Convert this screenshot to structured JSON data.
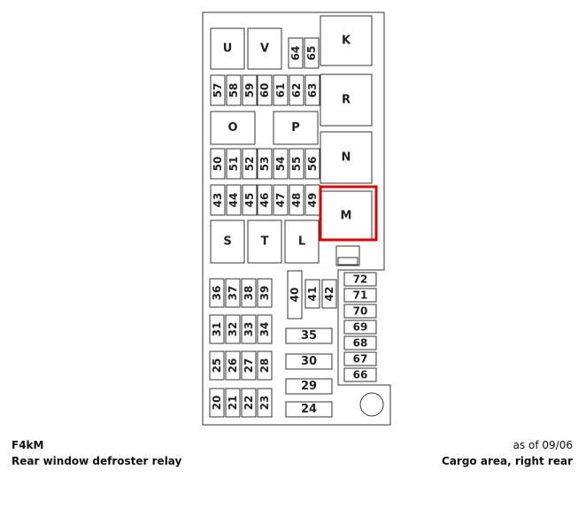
{
  "diagram": {
    "relays": [
      "K",
      "R",
      "N",
      "M",
      "U",
      "V",
      "O",
      "P",
      "S",
      "T",
      "L"
    ],
    "fuses": {
      "top_pair": [
        "64",
        "65"
      ],
      "row_57_63": [
        "57",
        "58",
        "59",
        "60",
        "61",
        "62",
        "63"
      ],
      "row_50_56": [
        "50",
        "51",
        "52",
        "53",
        "54",
        "55",
        "56"
      ],
      "row_43_49": [
        "43",
        "44",
        "45",
        "46",
        "47",
        "48",
        "49"
      ],
      "lower_left": [
        "36",
        "37",
        "38",
        "39",
        "31",
        "32",
        "33",
        "34",
        "25",
        "26",
        "27",
        "28",
        "20",
        "21",
        "22",
        "23"
      ],
      "vertical_mid": [
        "40",
        "41",
        "42"
      ],
      "horizontal_mid": [
        "35",
        "30",
        "29",
        "24"
      ],
      "right_column": [
        "72",
        "71",
        "70",
        "69",
        "68",
        "67",
        "66"
      ]
    },
    "highlighted": "M",
    "highlight_color": "#e00000"
  },
  "caption": {
    "code": "F4kM",
    "description": "Rear window defroster relay",
    "as_of": "as of 09/06",
    "location": "Cargo area, right rear"
  }
}
